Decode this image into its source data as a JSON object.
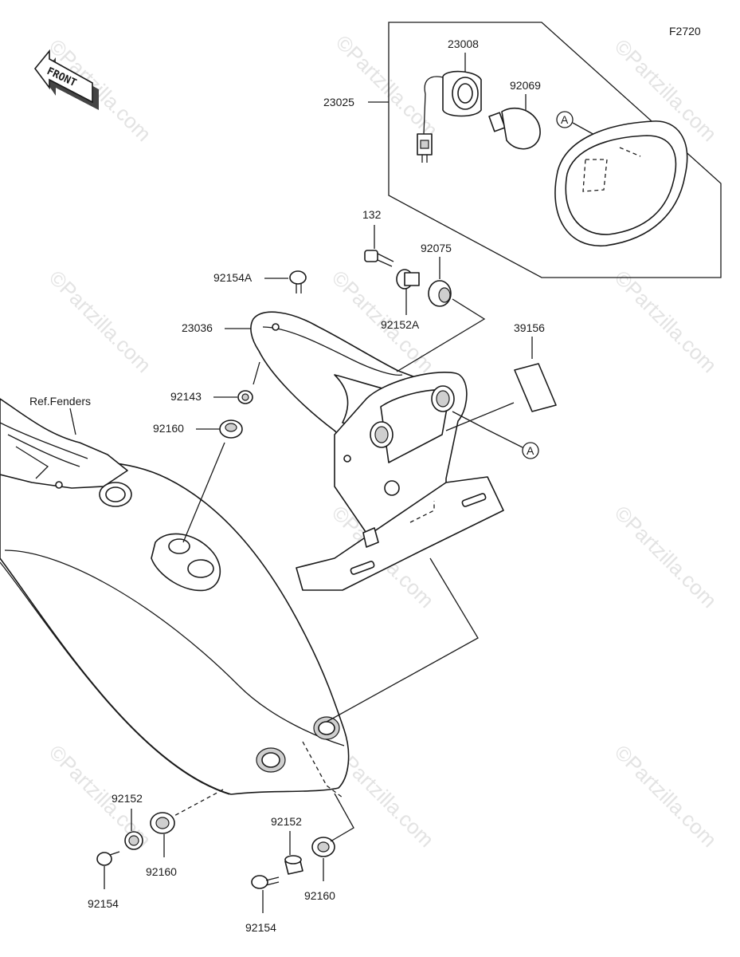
{
  "figure_code": "F2720",
  "front_label": "FRONT",
  "ref_label": "Ref.Fenders",
  "watermark": "©Partzilla.com",
  "callouts": {
    "a_upper": "A",
    "a_lower": "A"
  },
  "parts": {
    "p23008": "23008",
    "p92069": "92069",
    "p23025": "23025",
    "p132": "132",
    "p92075": "92075",
    "p92154A": "92154A",
    "p92152A": "92152A",
    "p23036": "23036",
    "p39156": "39156",
    "p92143": "92143",
    "p92160_upper": "92160",
    "p92152_left": "92152",
    "p92160_left": "92160",
    "p92154_left": "92154",
    "p92152_right": "92152",
    "p92160_right": "92160",
    "p92154_right": "92154"
  }
}
